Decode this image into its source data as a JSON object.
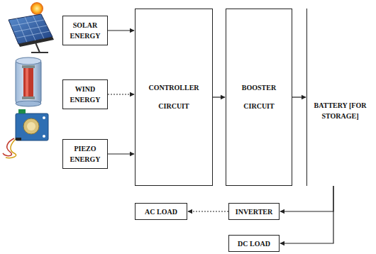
{
  "diagram": {
    "nodes": [
      {
        "text": [
          "SOLAR ENERGY"
        ]
      },
      {
        "text": [
          "WIND ENERGY"
        ]
      },
      {
        "text": [
          "PIEZO ENERGY"
        ]
      },
      {
        "text": [
          "CONTROLLER CIRCUIT"
        ]
      },
      {
        "text": [
          "BOOSTER CIRCUIT"
        ]
      },
      {
        "text": [
          "BATTERY [FOR STORAGE]"
        ]
      },
      {
        "text": [
          "AC LOAD"
        ]
      },
      {
        "text": [
          "INVERTER"
        ]
      },
      {
        "text": [
          "DC LOAD"
        ]
      }
    ],
    "edges": [
      {
        "from": 0,
        "to": 3,
        "arrow": "to"
      },
      {
        "from": 1,
        "to": 3,
        "arrow": "to"
      },
      {
        "from": 2,
        "to": 3,
        "arrow": "to"
      },
      {
        "from": 3,
        "to": 4,
        "arrow": "to"
      },
      {
        "from": 4,
        "to": 5,
        "arrow": "to"
      },
      {
        "from": 5,
        "to": 7,
        "arrow": "to"
      },
      {
        "from": 7,
        "to": 6,
        "arrow": "to"
      },
      {
        "from": 5,
        "to": 8,
        "arrow": "to"
      }
    ]
  }
}
